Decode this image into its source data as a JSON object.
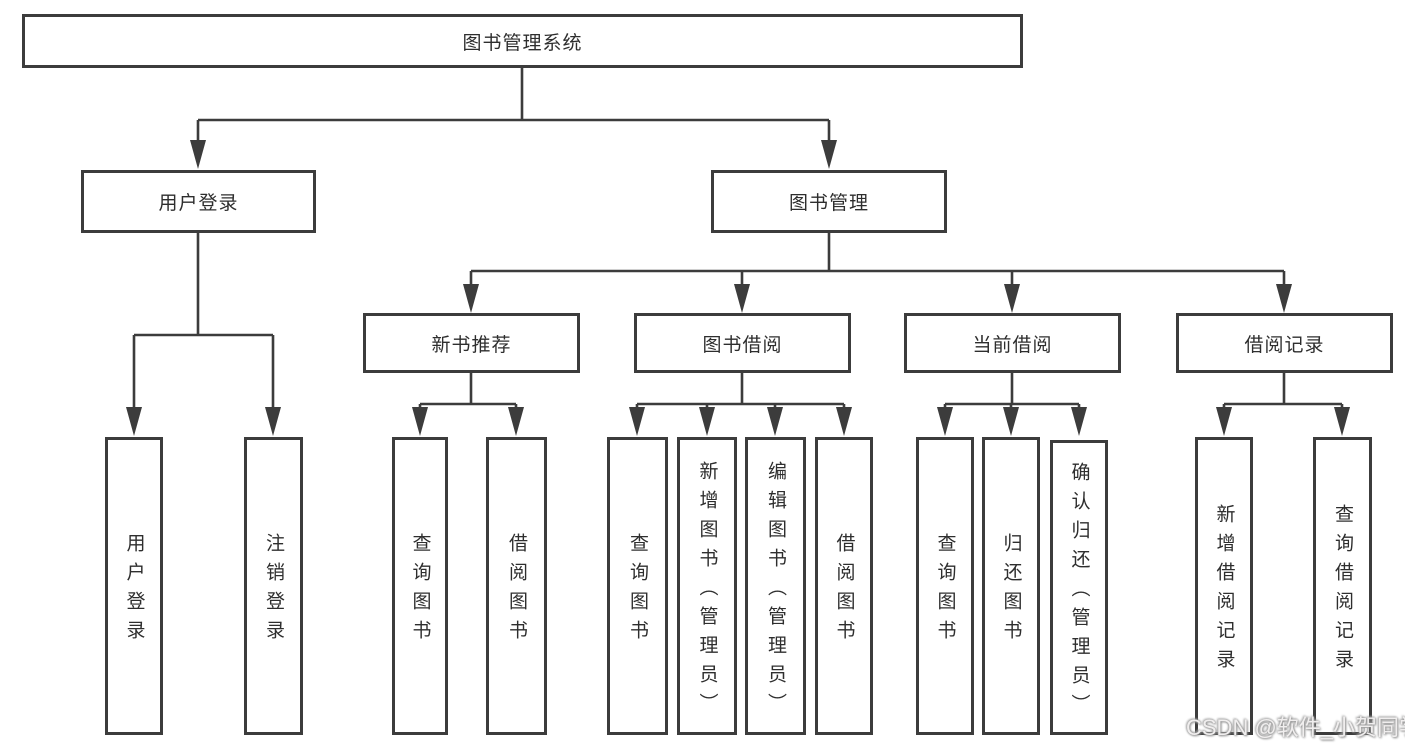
{
  "nodes": {
    "root": "图书管理系统",
    "user_login": "用户登录",
    "book_mgmt": "图书管理",
    "new_book_rec": "新书推荐",
    "book_borrow": "图书借阅",
    "current_borrow": "当前借阅",
    "borrow_records": "借阅记录",
    "leaf_user_login": "用户登录",
    "leaf_logout": "注销登录",
    "nb_query_book": "查询图书",
    "nb_borrow_book": "借阅图书",
    "bb_query_book": "查询图书",
    "bb_add_book": "新增图书（管理员）",
    "bb_edit_book": "编辑图书（管理员）",
    "bb_borrow_book": "借阅图书",
    "cb_query_book": "查询图书",
    "cb_return_book": "归还图书",
    "cb_confirm_return": "确认归还（管理员）",
    "br_add_record": "新增借阅记录",
    "br_query_record": "查询借阅记录"
  },
  "watermark": "CSDN @软件_小贺同学",
  "colors": {
    "line": "#3c3c3c",
    "text": "#2e2e2e",
    "background": "#ffffff"
  }
}
